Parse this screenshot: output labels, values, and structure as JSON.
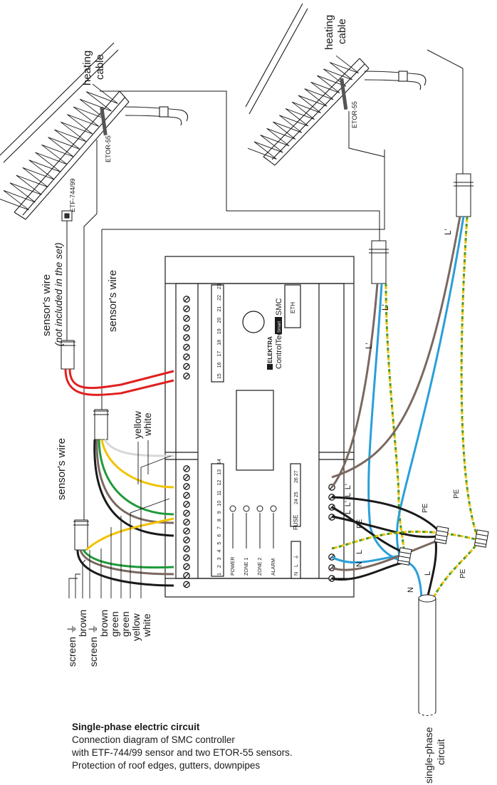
{
  "caption": {
    "title": "Single-phase electric circuit",
    "line1": "Connection diagram of SMC controller",
    "line2": "with ETF-744/99 sensor and two ETOR-55 sensors.",
    "line3": "Protection of roof edges, gutters, downpipes"
  },
  "heating": {
    "left_line1": "heating",
    "left_line2": "cable",
    "right_line1": "heating",
    "right_line2": "cable"
  },
  "sensors": {
    "etf": "ETF-744/99",
    "etor_left": "ETOR-55",
    "etor_right": "ETOR-55"
  },
  "wires": {
    "sensor_wire_not_included": "sensor's wire",
    "not_included_note": "(not included in the set)",
    "sensor_wire_middle": "sensor's wire",
    "sensor_wire_left": "sensor's wire",
    "yellow": "yellow",
    "white": "white"
  },
  "legend": [
    "screen ⏚",
    "brown",
    "screen ⏚",
    "brown",
    "green",
    "green",
    "yellow",
    "white"
  ],
  "controller": {
    "brand": "ELEKTRA",
    "model_prefix": "ControlTec",
    "model_badge": "Smart",
    "model": "SMC",
    "eth": "ETH",
    "fuse": "FUSE",
    "leds": [
      "POWER",
      "ZONE 1",
      "ZONE 2",
      "ALARM"
    ],
    "terminals_top_left": "15 16 17 18 19 20 21 22 23",
    "terminals_bottom_left": "1 2 3 4 5 6 7 8 9 10 11 12 13 14",
    "terminals_power": "N L ⏚",
    "terminals_right_a": "24 25",
    "terminals_right_b": "26 27"
  },
  "circuit": {
    "l_prime_1": "L'",
    "l_prime_2": "L'",
    "l_prime_3": "L'",
    "terminal_labels": "L L' L L'",
    "pe_1": "PE",
    "pe_2": "PE",
    "pe_3": "PE",
    "pe_4": "PE",
    "n_1": "N",
    "l_1": "L",
    "n_2": "N",
    "l_2": "L",
    "supply_line1": "single-phase",
    "supply_line2": "circuit"
  },
  "colors": {
    "line": "#1a1a1a",
    "red": "#e02020",
    "brown": "#7a6860",
    "blue": "#2a9fd8",
    "green": "#1f9a3a",
    "yellow": "#f2c200",
    "pe_green": "#4c9a2a",
    "white_wire": "#d8d8d8",
    "grey_wire": "#9a9a9a"
  }
}
